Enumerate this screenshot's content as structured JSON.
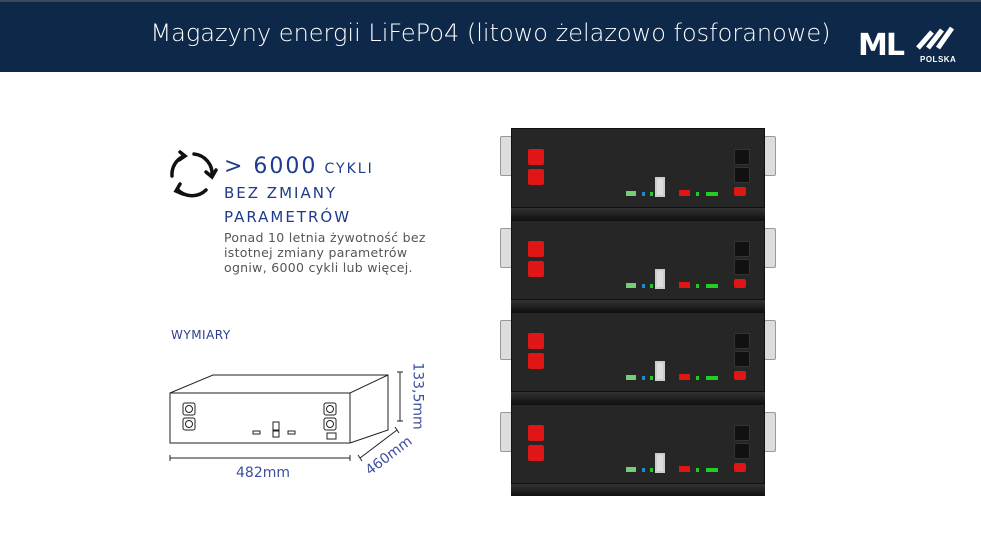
{
  "header": {
    "title": "Magazyny energii LiFePo4 (litowo żelazowo fosforanowe)",
    "logo_text": "ML",
    "logo_sub": "POLSKA"
  },
  "feature": {
    "icon": "cycle-icon",
    "line1_big": "> 6000",
    "line1_small": "cykli",
    "line2": "Bez zmiany",
    "line3": "parametrów",
    "description": "Ponad 10 letnia żywotność bez istotnej zmiany parametrów ogniw, 6000 cykli lub więcej."
  },
  "dimensions": {
    "label": "WYMIARY",
    "width": "482mm",
    "depth": "460mm",
    "height": "133,5mm"
  },
  "battery": {
    "modules": 4
  },
  "colors": {
    "header_bg": "#0d2848",
    "accent": "#1f3b8a"
  }
}
